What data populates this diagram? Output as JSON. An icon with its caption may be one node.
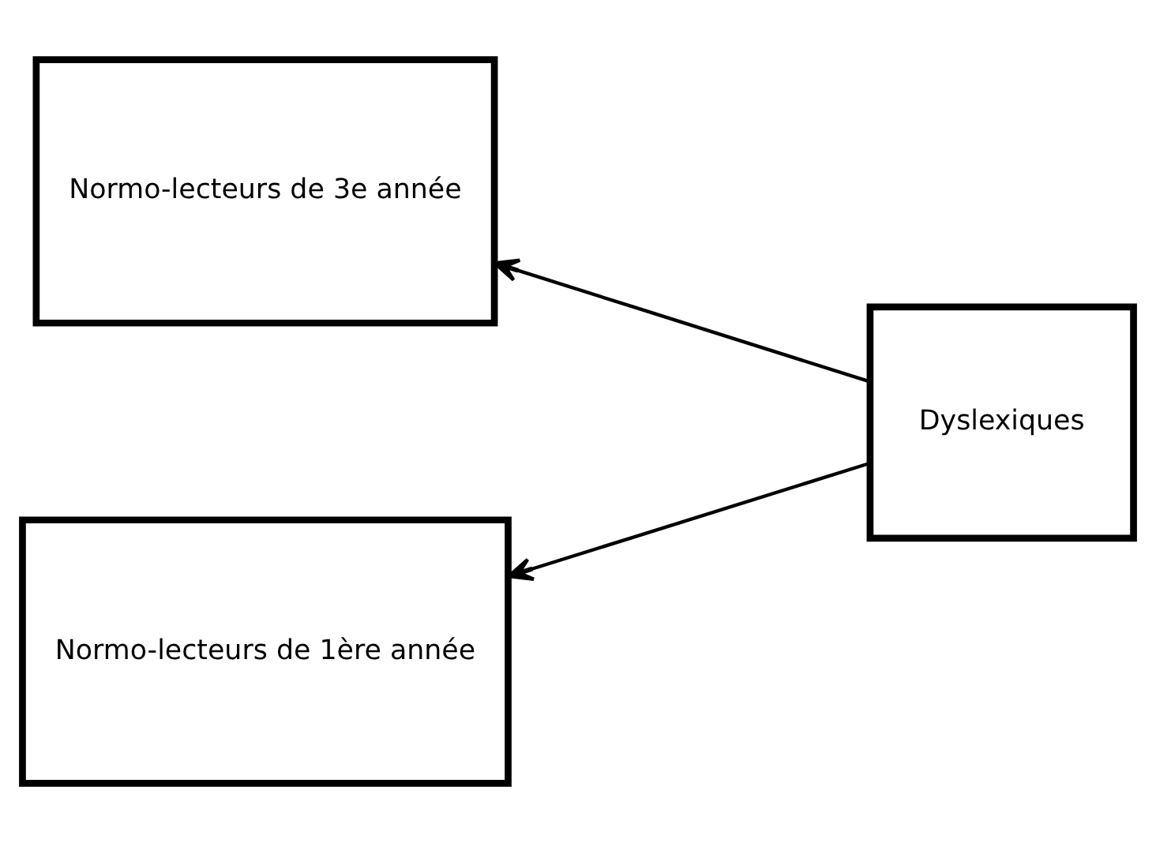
{
  "diagram": {
    "nodes": [
      {
        "text": [
          "Normo-lecteurs de 3e année"
        ]
      },
      {
        "text": [
          "Normo-lecteurs de 1ère année"
        ]
      },
      {
        "text": [
          "Dyslexiques"
        ]
      }
    ],
    "edges": [
      {
        "from": 2,
        "to": 0,
        "arrow": "to"
      },
      {
        "from": 2,
        "to": 1,
        "arrow": "to"
      }
    ]
  }
}
